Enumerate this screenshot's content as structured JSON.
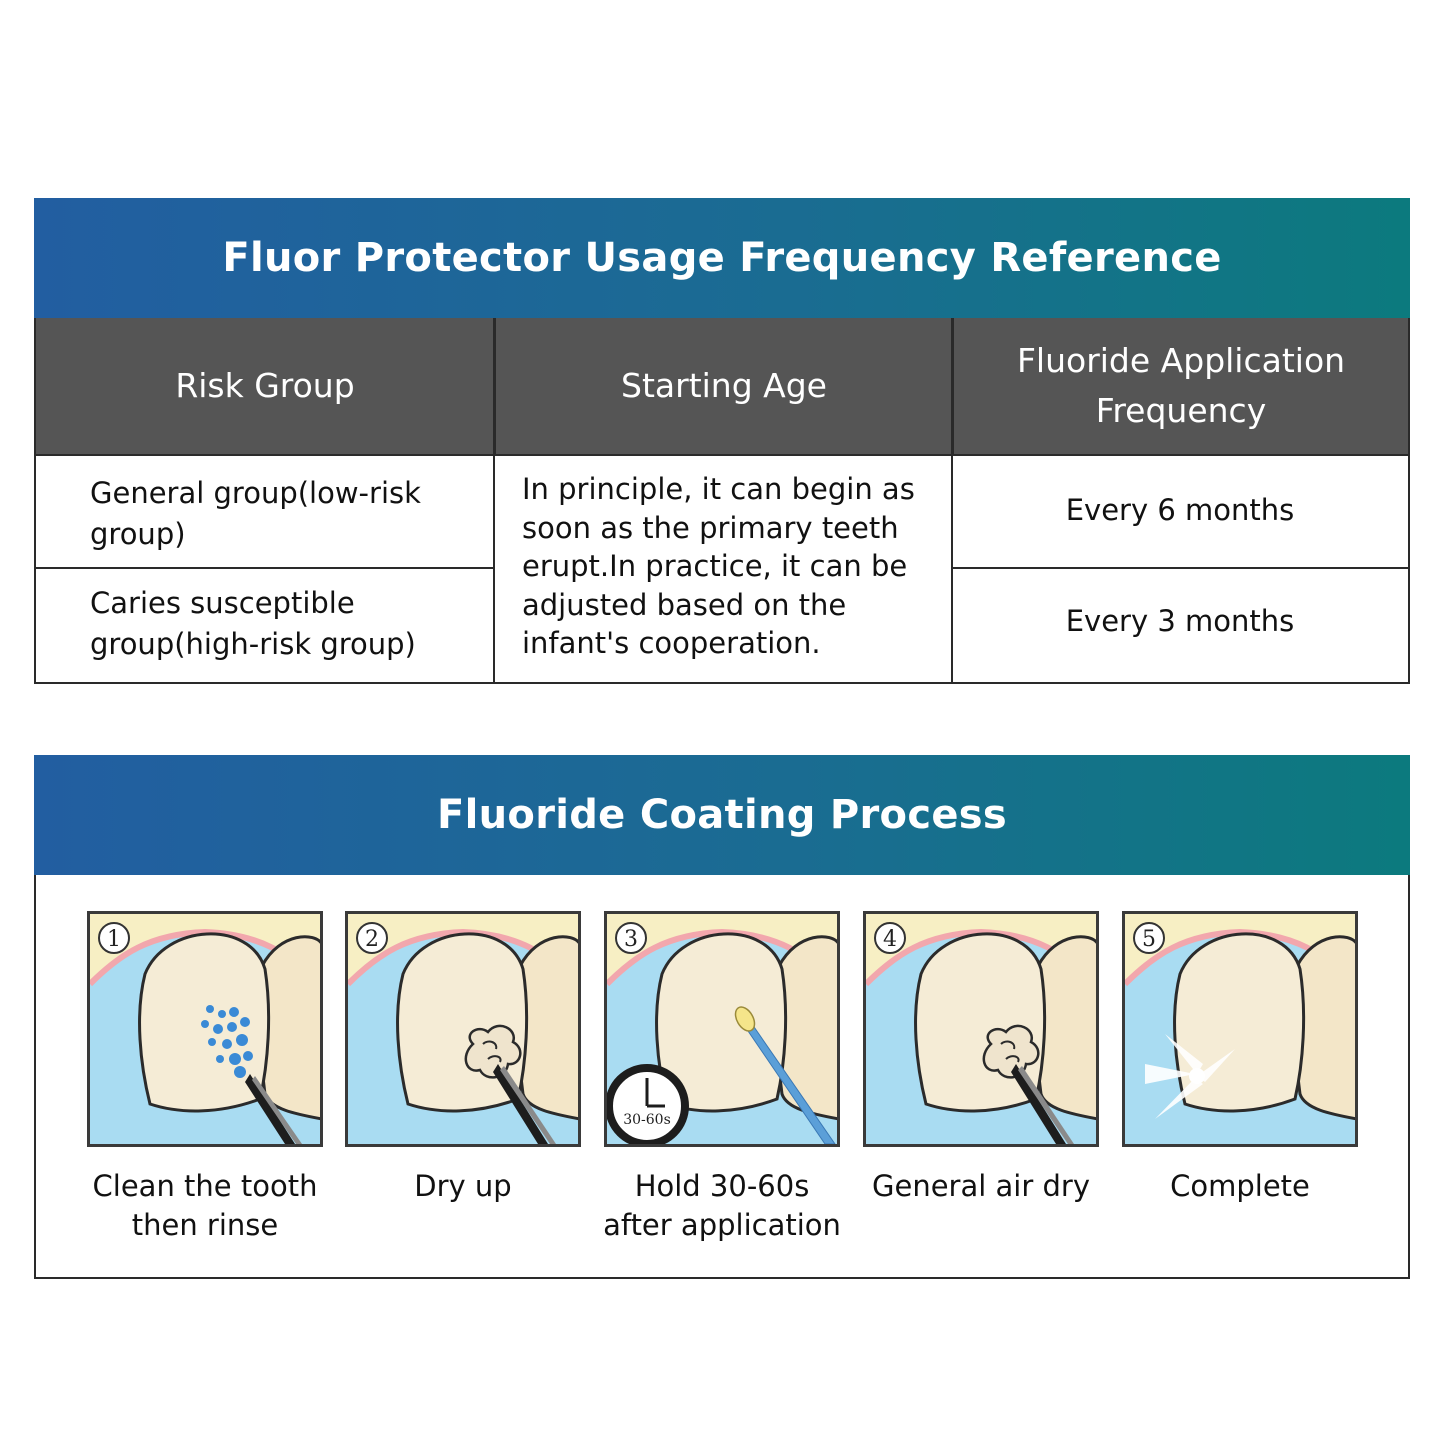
{
  "table_section": {
    "title": "Fluor Protector Usage Frequency Reference",
    "headers": {
      "risk_group": "Risk Group",
      "starting_age": "Starting Age",
      "frequency_line1": "Fluoride Application",
      "frequency_line2": "Frequency"
    },
    "rows": [
      {
        "risk_group": "General group(low-risk group)",
        "frequency": "Every 6 months"
      },
      {
        "risk_group": "Caries susceptible group(high-risk group)",
        "frequency": "Every 3 months"
      }
    ],
    "starting_age": "In principle, it can begin as soon as the primary teeth erupt.In practice, it can be adjusted based on the infant's cooperation."
  },
  "process_section": {
    "title": "Fluoride Coating Process",
    "steps": [
      {
        "number": "1",
        "caption_line1": "Clean the tooth",
        "caption_line2": "then rinse"
      },
      {
        "number": "2",
        "caption_line1": "Dry up",
        "caption_line2": ""
      },
      {
        "number": "3",
        "caption_line1": "Hold 30-60s",
        "caption_line2": "after application",
        "timer_label": "30-60s"
      },
      {
        "number": "4",
        "caption_line1": "General air dry",
        "caption_line2": ""
      },
      {
        "number": "5",
        "caption_line1": "Complete",
        "caption_line2": ""
      }
    ]
  }
}
